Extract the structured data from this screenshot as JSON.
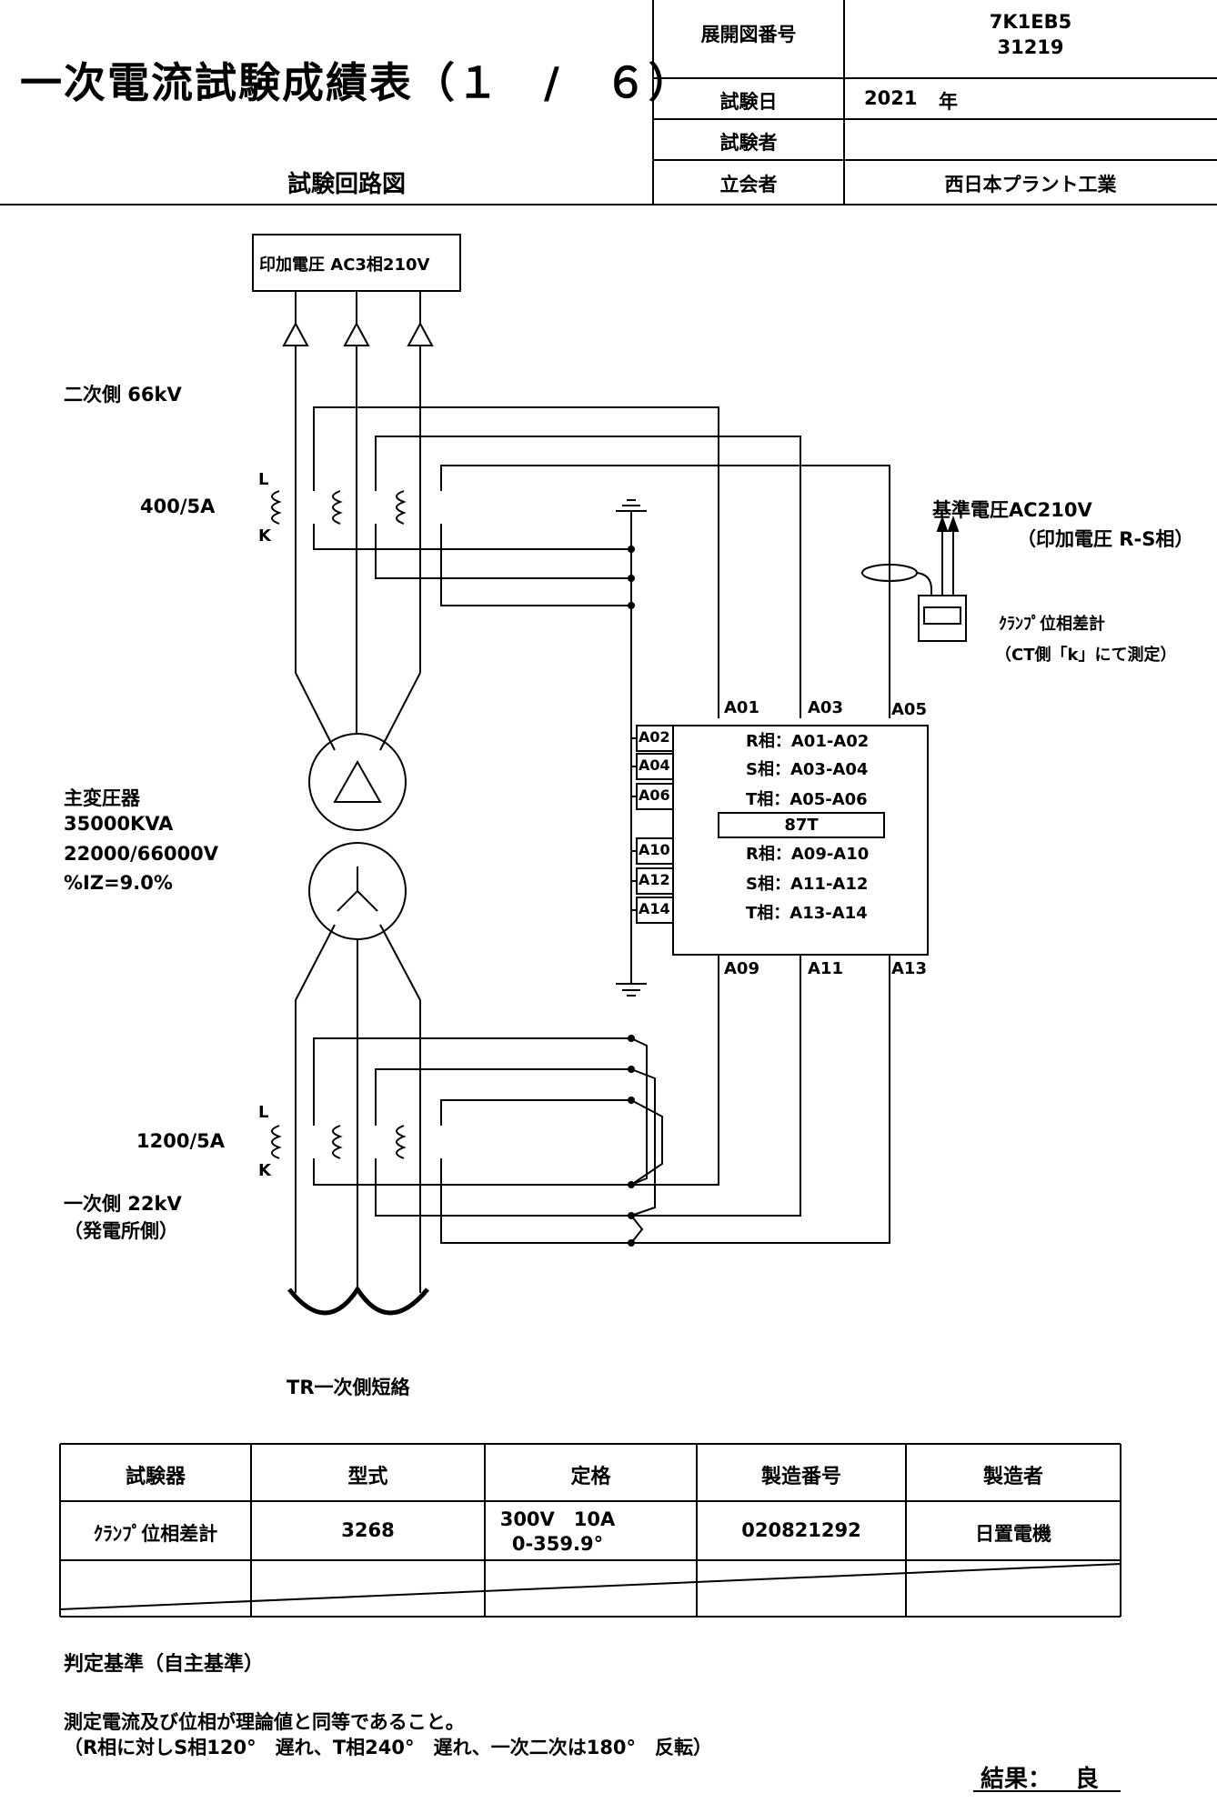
{
  "header": {
    "title": "一次電流試験成績表（１　/　６）",
    "circuit_label": "試験回路図",
    "drawing_no_label": "展開図番号",
    "drawing_no_line1": "7K1EB5",
    "drawing_no_line2": "31219",
    "test_date_label": "試験日",
    "test_date_year": "2021",
    "test_date_unit": "年",
    "tester_label": "試験者",
    "tester_value": "",
    "witness_label": "立会者",
    "witness_value": "西日本プラント工業"
  },
  "diagram": {
    "source_box": "印加電圧 AC3相210V",
    "secondary_side": "二次側 66kV",
    "ct_upper_ratio": "400/5A",
    "ct_lower_ratio": "1200/5A",
    "terminal_L": "L",
    "terminal_K": "K",
    "transformer_lines": [
      "主変圧器",
      "35000KVA",
      "22000/66000V",
      "%IZ=9.0%"
    ],
    "primary_side_lines": [
      "一次側 22kV",
      "（発電所側）"
    ],
    "short_label": "TR一次側短絡",
    "ref_voltage_lines": [
      "基準電圧AC210V",
      "（印加電圧 R-S相）"
    ],
    "meter_lines": [
      "ｸﾗﾝﾌﾟ位相差計",
      "（CT側「k」にて測定）"
    ],
    "relay": {
      "name": "87T",
      "top_terminals": [
        "A01",
        "A03",
        "A05"
      ],
      "bottom_terminals": [
        "A09",
        "A11",
        "A13"
      ],
      "left_terminals": [
        "A02",
        "A04",
        "A06",
        "A10",
        "A12",
        "A14"
      ],
      "phase_rows": [
        "R相：A01-A02",
        "S相：A03-A04",
        "T相：A05-A06",
        "R相：A09-A10",
        "S相：A11-A12",
        "T相：A13-A14"
      ]
    }
  },
  "equipment_table": {
    "headers": [
      "試験器",
      "型式",
      "定格",
      "製造番号",
      "製造者"
    ],
    "row": {
      "instrument": "ｸﾗﾝﾌﾟ位相差計",
      "model": "3268",
      "rating_line1": "300V　10A",
      "rating_line2": "0-359.9°",
      "serial": "020821292",
      "maker": "日置電機"
    }
  },
  "criteria": {
    "heading": "判定基準（自主基準）",
    "line1": "測定電流及び位相が理論値と同等であること。",
    "line2": "（R相に対しS相120°　遅れ、T相240°　遅れ、一次二次は180°　反転）"
  },
  "result": {
    "label": "結果：",
    "value": "良"
  }
}
